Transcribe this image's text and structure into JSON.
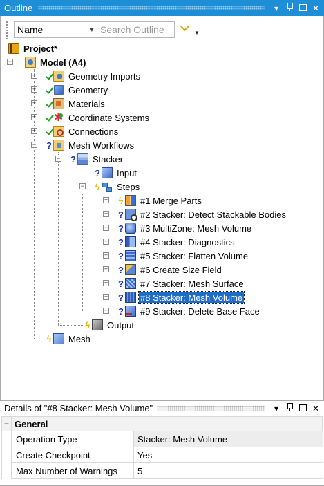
{
  "outline": {
    "title": "Outline",
    "toolbar": {
      "name_select": "Name",
      "search_placeholder": "Search Outline"
    }
  },
  "tree": [
    {
      "id": "project",
      "label": "Project*",
      "bold": true,
      "icon": "project-icon",
      "status": null
    },
    {
      "id": "model",
      "label": "Model (A4)",
      "bold": true,
      "icon": "model-icon",
      "status": null
    },
    {
      "id": "geometry-imports",
      "label": "Geometry Imports",
      "icon": "geometry-imports-icon",
      "status": "check"
    },
    {
      "id": "geometry",
      "label": "Geometry",
      "icon": "geometry-icon",
      "status": "check"
    },
    {
      "id": "materials",
      "label": "Materials",
      "icon": "materials-icon",
      "status": "check"
    },
    {
      "id": "coordinate-systems",
      "label": "Coordinate Systems",
      "icon": "coordinate-systems-icon",
      "status": "check"
    },
    {
      "id": "connections",
      "label": "Connections",
      "icon": "connections-icon",
      "status": "check"
    },
    {
      "id": "mesh-workflows",
      "label": "Mesh Workflows",
      "icon": "mesh-workflows-icon",
      "status": "question"
    },
    {
      "id": "stacker",
      "label": "Stacker",
      "icon": "stacker-icon",
      "status": "question"
    },
    {
      "id": "input",
      "label": "Input",
      "icon": "input-icon",
      "status": "question"
    },
    {
      "id": "steps",
      "label": "Steps",
      "icon": "steps-icon",
      "status": "lightning"
    },
    {
      "id": "step-1",
      "label": "#1 Merge Parts",
      "icon": "merge-parts-icon",
      "status": "lightning"
    },
    {
      "id": "step-2",
      "label": "#2 Stacker: Detect Stackable Bodies",
      "icon": "detect-icon",
      "status": "question"
    },
    {
      "id": "step-3",
      "label": "#3 MultiZone: Mesh Volume",
      "icon": "multizone-icon",
      "status": "question"
    },
    {
      "id": "step-4",
      "label": "#4 Stacker: Diagnostics",
      "icon": "diagnostics-icon",
      "status": "question"
    },
    {
      "id": "step-5",
      "label": "#5 Stacker: Flatten Volume",
      "icon": "flatten-icon",
      "status": "question"
    },
    {
      "id": "step-6",
      "label": "#6 Create Size Field",
      "icon": "size-field-icon",
      "status": "question"
    },
    {
      "id": "step-7",
      "label": "#7 Stacker: Mesh Surface",
      "icon": "mesh-surface-icon",
      "status": "question"
    },
    {
      "id": "step-8",
      "label": "#8 Stacker: Mesh Volume",
      "icon": "mesh-volume-icon",
      "status": "question",
      "selected": true
    },
    {
      "id": "step-9",
      "label": "#9 Stacker: Delete Base Face",
      "icon": "delete-face-icon",
      "status": "question"
    },
    {
      "id": "output",
      "label": "Output",
      "icon": "output-icon",
      "status": "lightning"
    },
    {
      "id": "mesh",
      "label": "Mesh",
      "icon": "mesh-icon",
      "status": "lightning"
    }
  ],
  "details": {
    "title": "Details of \"#8 Stacker: Mesh Volume\"",
    "section": "General",
    "rows": [
      {
        "key": "Operation Type",
        "value": "Stacker: Mesh Volume"
      },
      {
        "key": "Create Checkpoint",
        "value": "Yes"
      },
      {
        "key": "Max Number of Warnings",
        "value": "5"
      }
    ]
  },
  "colors": {
    "titlebar": "#1e8fd6",
    "selection": "#1e6cc5",
    "check": "#19a319",
    "question": "#1b2fa8",
    "lightning": "#e6b800"
  }
}
